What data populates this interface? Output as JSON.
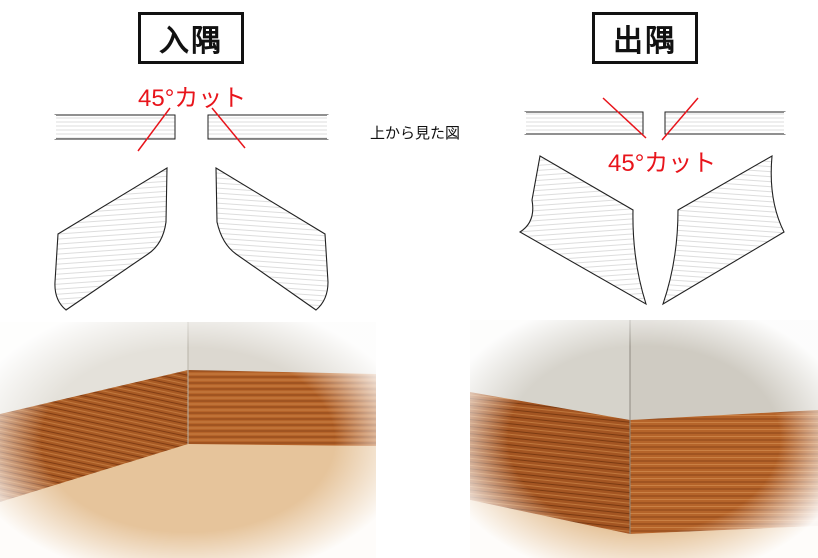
{
  "titles": {
    "inside_corner": "入隅",
    "outside_corner": "出隅"
  },
  "labels": {
    "cut_left": "45°カット",
    "cut_right": "45°カット",
    "top_view": "上から見た図"
  },
  "colors": {
    "cut_red": "#e8141b",
    "wood_dark": "#8a4418",
    "wood_mid": "#b5642a",
    "wood_light": "#d08a4d",
    "wall": "#e4e1da",
    "floor": "#e6c49b"
  },
  "icons": {
    "left_photo": "inside-corner-baseboard-photo",
    "right_photo": "outside-corner-baseboard-photo"
  }
}
